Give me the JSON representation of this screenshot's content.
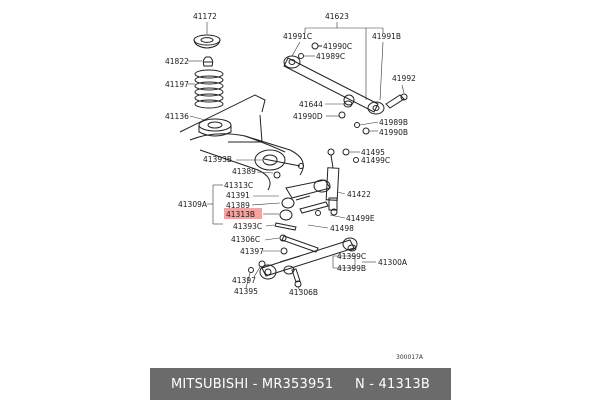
{
  "diagram": {
    "highlight_color": "#f4a3a3",
    "labels": {
      "p41172": "41172",
      "p41623": "41623",
      "p41991c": "41991C",
      "p41991b": "41991B",
      "p41990c": "41990C",
      "p41989c": "41989C",
      "p41822": "41822",
      "p41197": "41197",
      "p41992": "41992",
      "p41644": "41644",
      "p41990d": "41990D",
      "p41136": "41136",
      "p41989b": "41989B",
      "p41990b": "41990B",
      "p41393b": "41393B",
      "p41495": "41495",
      "p41499c": "41499C",
      "p41389a": "41389",
      "p41313c": "41313C",
      "p41422": "41422",
      "p41391": "41391",
      "p41309a": "41309A",
      "p41389b": "41389",
      "p41499e": "41499E",
      "p41313b": "41313B",
      "p41393c": "41393C",
      "p41498": "41498",
      "p41306c": "41306C",
      "p41397a": "41397",
      "p41399c": "41399C",
      "p41300a": "41300A",
      "p41399b": "41399B",
      "p41397b": "41397",
      "p41395": "41395",
      "p41306b": "41306B"
    },
    "ref_code": "300017A"
  },
  "footer": {
    "text": "MITSUBISHI - MR353951     N - 41313B"
  }
}
